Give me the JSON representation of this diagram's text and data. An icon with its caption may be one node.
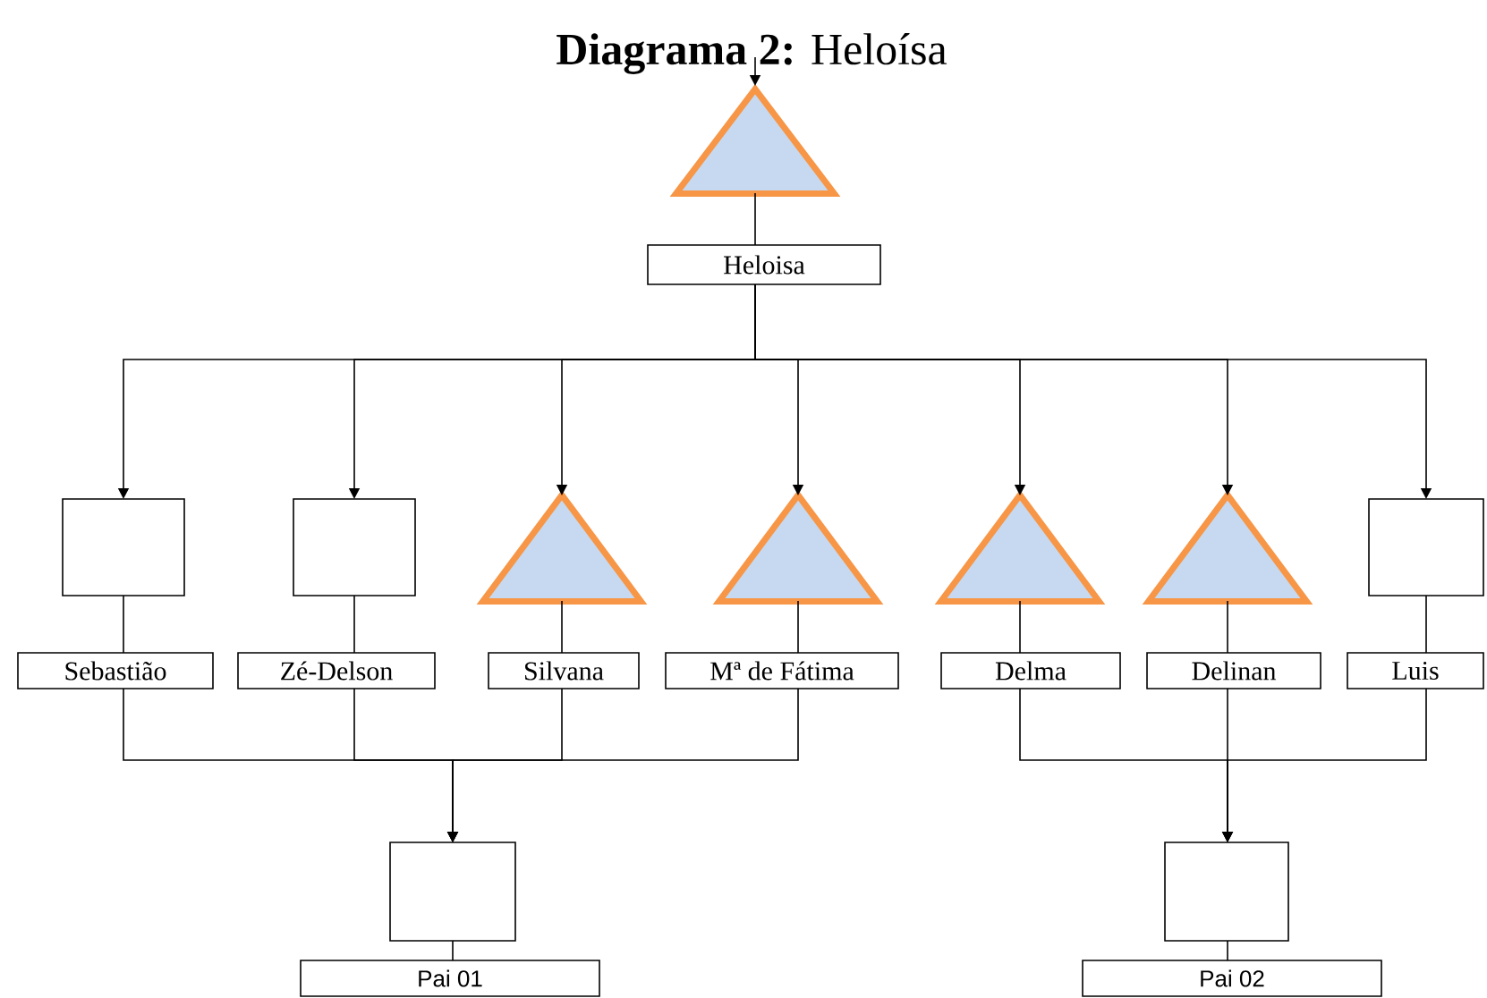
{
  "diagram": {
    "title": "**Diagrama 2:** Heloísa",
    "nodes": [
      {
        "text": [],
        "shape": "triangle"
      },
      {
        "text": [
          "Heloisa"
        ]
      },
      {
        "text": [],
        "shape": "box"
      },
      {
        "text": [
          "Sebastião"
        ]
      },
      {
        "text": [],
        "shape": "box"
      },
      {
        "text": [
          "Zé-Delson"
        ]
      },
      {
        "text": [],
        "shape": "triangle"
      },
      {
        "text": [
          "Silvana"
        ]
      },
      {
        "text": [],
        "shape": "triangle"
      },
      {
        "text": [
          "Mª de Fátima"
        ]
      },
      {
        "text": [],
        "shape": "triangle"
      },
      {
        "text": [
          "Delma"
        ]
      },
      {
        "text": [],
        "shape": "triangle"
      },
      {
        "text": [
          "Delinan"
        ]
      },
      {
        "text": [],
        "shape": "box"
      },
      {
        "text": [
          "Luis"
        ]
      },
      {
        "text": [],
        "shape": "box"
      },
      {
        "text": [
          "Pai 01"
        ]
      },
      {
        "text": [],
        "shape": "box"
      },
      {
        "text": [
          "Pai 02"
        ]
      }
    ],
    "edges": [
      {
        "from": null,
        "to": 0,
        "arrow": "to"
      },
      {
        "from": 0,
        "to": 1,
        "arrow": "none"
      },
      {
        "from": 1,
        "to": 2,
        "arrow": "to"
      },
      {
        "from": 1,
        "to": 4,
        "arrow": "to"
      },
      {
        "from": 1,
        "to": 6,
        "arrow": "to"
      },
      {
        "from": 1,
        "to": 8,
        "arrow": "to"
      },
      {
        "from": 1,
        "to": 10,
        "arrow": "to"
      },
      {
        "from": 1,
        "to": 12,
        "arrow": "to"
      },
      {
        "from": 1,
        "to": 14,
        "arrow": "to"
      },
      {
        "from": 2,
        "to": 3,
        "arrow": "none"
      },
      {
        "from": 4,
        "to": 5,
        "arrow": "none"
      },
      {
        "from": 6,
        "to": 7,
        "arrow": "none"
      },
      {
        "from": 8,
        "to": 9,
        "arrow": "none"
      },
      {
        "from": 10,
        "to": 11,
        "arrow": "none"
      },
      {
        "from": 12,
        "to": 13,
        "arrow": "none"
      },
      {
        "from": 14,
        "to": 15,
        "arrow": "none"
      },
      {
        "from": 3,
        "to": 16,
        "arrow": "to"
      },
      {
        "from": 5,
        "to": 16,
        "arrow": "to"
      },
      {
        "from": 7,
        "to": 16,
        "arrow": "to"
      },
      {
        "from": 9,
        "to": 16,
        "arrow": "to"
      },
      {
        "from": 11,
        "to": 18,
        "arrow": "to"
      },
      {
        "from": 13,
        "to": 18,
        "arrow": "to"
      },
      {
        "from": 15,
        "to": 18,
        "arrow": "to"
      },
      {
        "from": 16,
        "to": 17,
        "arrow": "none"
      },
      {
        "from": 18,
        "to": 19,
        "arrow": "none"
      }
    ]
  }
}
